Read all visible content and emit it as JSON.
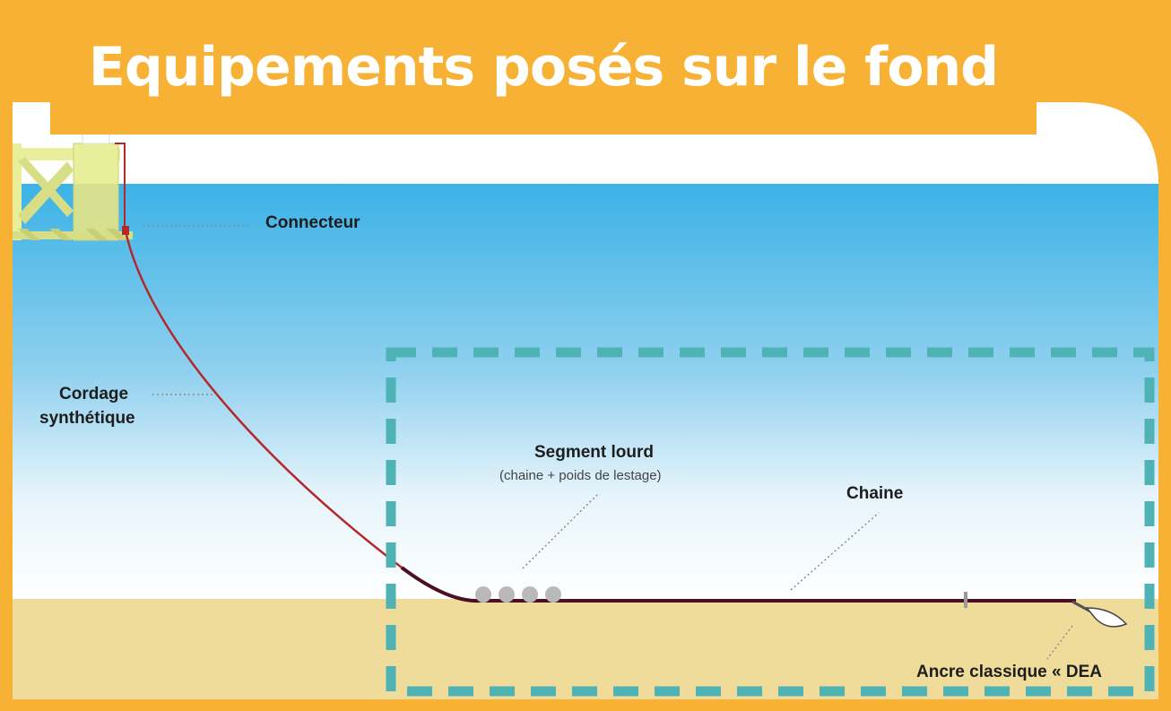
{
  "title": "Equipements posés sur le fond",
  "labels": {
    "connecteur": "Connecteur",
    "cordage_line1": "Cordage",
    "cordage_line2": "synthétique",
    "segment_lourd": "Segment lourd",
    "segment_lourd_sub": "(chaine + poids de lestage)",
    "chaine": "Chaine",
    "ancre": "Ancre classique « DEA"
  },
  "colors": {
    "frame": "#F7B135",
    "sea_top": "#3BB2E6",
    "seabed": "#EFDC9A",
    "rope": "#B3282D",
    "chain": "#4A0F22",
    "dashed_box": "#4FB3B5",
    "weights": "#B9B9B9"
  }
}
